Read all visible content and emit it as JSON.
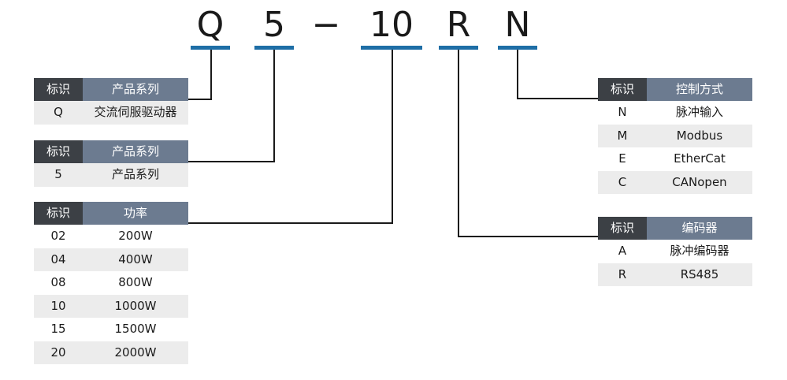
{
  "code": [
    {
      "char": "Q"
    },
    {
      "char": "5"
    },
    {
      "char": "−"
    },
    {
      "char": "10"
    },
    {
      "char": "R"
    },
    {
      "char": "N"
    }
  ],
  "colors": {
    "bar": "#1e6ea6",
    "header_key": "#3c4045",
    "header_val": "#6c7b90",
    "stripe": "#ececec"
  },
  "tables": {
    "series": {
      "key_header": "标识",
      "val_header": "产品系列",
      "rows": [
        {
          "k": "Q",
          "v": "交流伺服驱动器"
        }
      ]
    },
    "model": {
      "key_header": "标识",
      "val_header": "产品系列",
      "rows": [
        {
          "k": "5",
          "v": "产品系列"
        }
      ]
    },
    "power": {
      "key_header": "标识",
      "val_header": "功率",
      "rows": [
        {
          "k": "02",
          "v": "200W"
        },
        {
          "k": "04",
          "v": "400W"
        },
        {
          "k": "08",
          "v": "800W"
        },
        {
          "k": "10",
          "v": "1000W"
        },
        {
          "k": "15",
          "v": "1500W"
        },
        {
          "k": "20",
          "v": "2000W"
        }
      ]
    },
    "control": {
      "key_header": "标识",
      "val_header": "控制方式",
      "rows": [
        {
          "k": "N",
          "v": "脉冲输入"
        },
        {
          "k": "M",
          "v": "Modbus"
        },
        {
          "k": "E",
          "v": "EtherCat"
        },
        {
          "k": "C",
          "v": "CANopen"
        }
      ]
    },
    "encoder": {
      "key_header": "标识",
      "val_header": "编码器",
      "rows": [
        {
          "k": "A",
          "v": "脉冲编码器"
        },
        {
          "k": "R",
          "v": "RS485"
        }
      ]
    }
  }
}
